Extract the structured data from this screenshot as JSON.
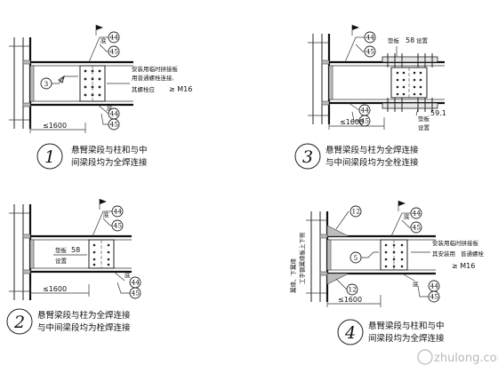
{
  "details": [
    {
      "number": "1",
      "caption": [
        "悬臂梁段与柱和与中",
        "间梁段均为全焊连接"
      ],
      "note": [
        "安装用临时拼接板",
        "用普通螺栓连接,",
        "其螺栓应"
      ],
      "bolt": "≥ M16",
      "dim": "≤1600",
      "weld_refs": [
        "44",
        "45",
        "44",
        "45"
      ],
      "callout": "3",
      "weld_label": "底"
    },
    {
      "number": "3",
      "caption": [
        "悬臂梁段与柱为全焊连接",
        "与中间梁段均为全栓连接"
      ],
      "flange_label_top": "垫板",
      "dim_top": "58",
      "label_top_b": "设置",
      "flange_label_bot": "垫板",
      "dim_bot": "59.1",
      "label_bot_b": "设置",
      "dim": "≤1600",
      "weld_refs": [
        "44",
        "45",
        "44",
        "45"
      ]
    },
    {
      "number": "2",
      "caption": [
        "悬臂梁段与柱为全焊连接",
        "与中间梁段均为栓焊连接"
      ],
      "web_label": "垫板",
      "web_dim": "58",
      "web_label_b": "设置",
      "dim": "≤1600",
      "weld_refs": [
        "44",
        "45",
        "44",
        "45"
      ],
      "weld_label": "底"
    },
    {
      "number": "4",
      "caption": [
        "悬臂梁段与柱和与中",
        "间梁段均为全焊连接"
      ],
      "note": [
        "安装用临时拼接板",
        "其安装用",
        "普通螺栓"
      ],
      "bolt": "≥ M16",
      "dim": "≤1600",
      "weld_refs": [
        "12",
        "44",
        "45",
        "12",
        "44",
        "45"
      ],
      "callout": "5",
      "vertical_note_a": "工字钢翼缘板上下侧",
      "vertical_note_b": "翼缘、下翼缘",
      "weld_label": "底"
    }
  ],
  "watermark": "zhulong.com"
}
